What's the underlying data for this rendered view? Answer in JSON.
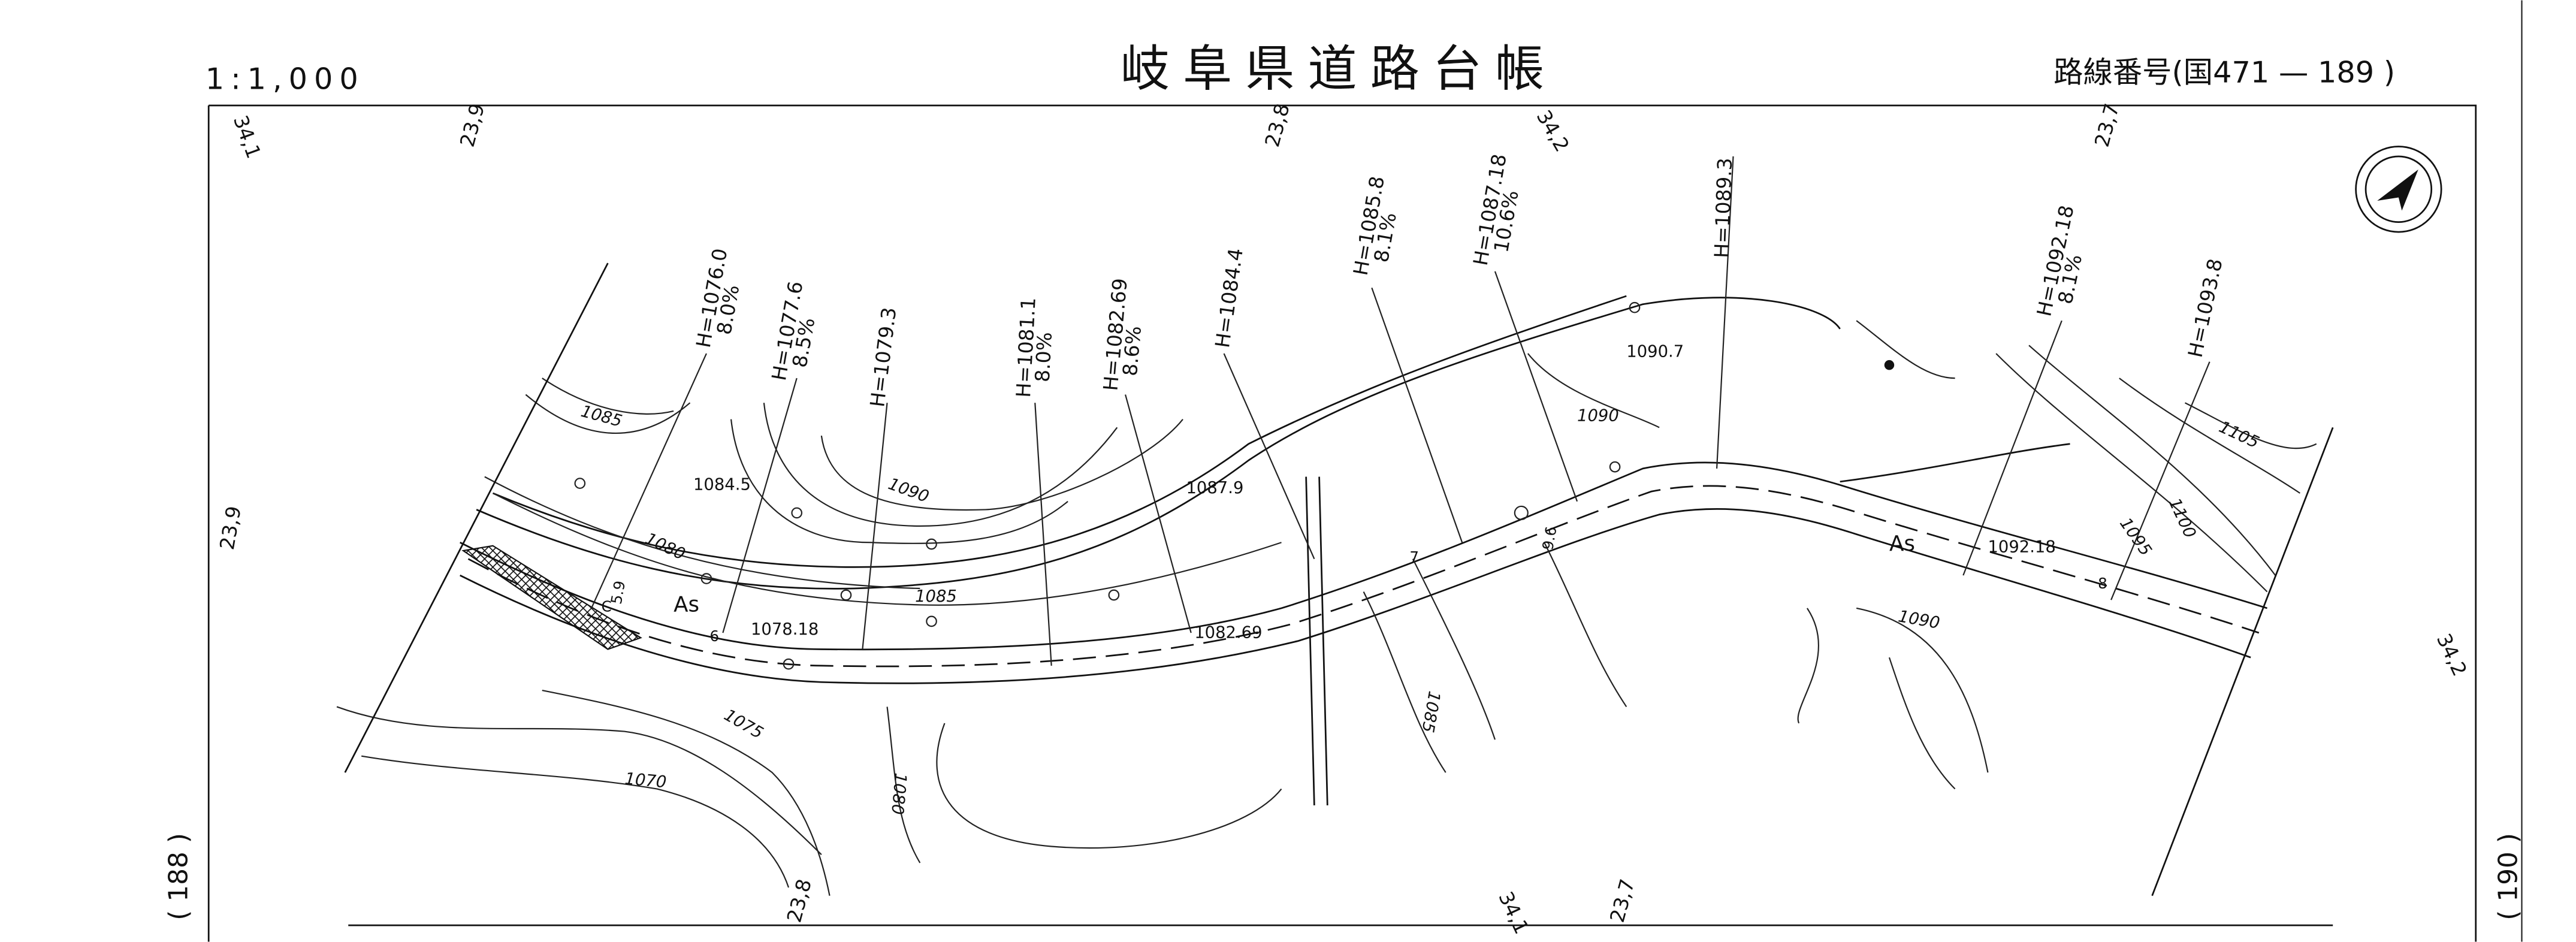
{
  "header": {
    "scale": "1:1,000",
    "title": "岐阜県道路台帳",
    "route_label": "路線番号(国471 — 189 )"
  },
  "adjacent_sheets": {
    "left": "( 188 )",
    "right": "( 190 )"
  },
  "edge_labels": {
    "top": [
      "34,1",
      "23,9",
      "23,8",
      "34,2",
      "23,7"
    ],
    "left": "23,9",
    "right": "34,2",
    "bottom": [
      "23,8",
      "34,1",
      "23,7"
    ]
  },
  "stations": [
    {
      "h": "H=1076.0",
      "grade": "8.0%"
    },
    {
      "h": "H=1077.6",
      "grade": "8.5%"
    },
    {
      "h": "H=1079.3",
      "grade": ""
    },
    {
      "h": "H=1081.1",
      "grade": "8.0%"
    },
    {
      "h": "H=1082.69",
      "grade": "8.6%"
    },
    {
      "h": "H=1084.4",
      "grade": ""
    },
    {
      "h": "H=1085.8",
      "grade": "8.1%"
    },
    {
      "h": "H=1087.18",
      "grade": "10.6%"
    },
    {
      "h": "H=1089.3",
      "grade": ""
    },
    {
      "h": "H=1092.18",
      "grade": "8.1%"
    },
    {
      "h": "H=1093.8",
      "grade": ""
    }
  ],
  "spot_heights": [
    "1084.5",
    "1087.9",
    "1090.7",
    "1078.18",
    "1082.69",
    "1092.18"
  ],
  "contour_labels": [
    "1085",
    "1080",
    "1090",
    "1085",
    "1090",
    "1075",
    "1070",
    "1080",
    "1085",
    "1090",
    "1095",
    "1100",
    "1105"
  ],
  "surface_labels": [
    "As",
    "As"
  ],
  "misc_marks": [
    "C",
    "5.9",
    "6",
    "7",
    "8",
    "9.6"
  ]
}
